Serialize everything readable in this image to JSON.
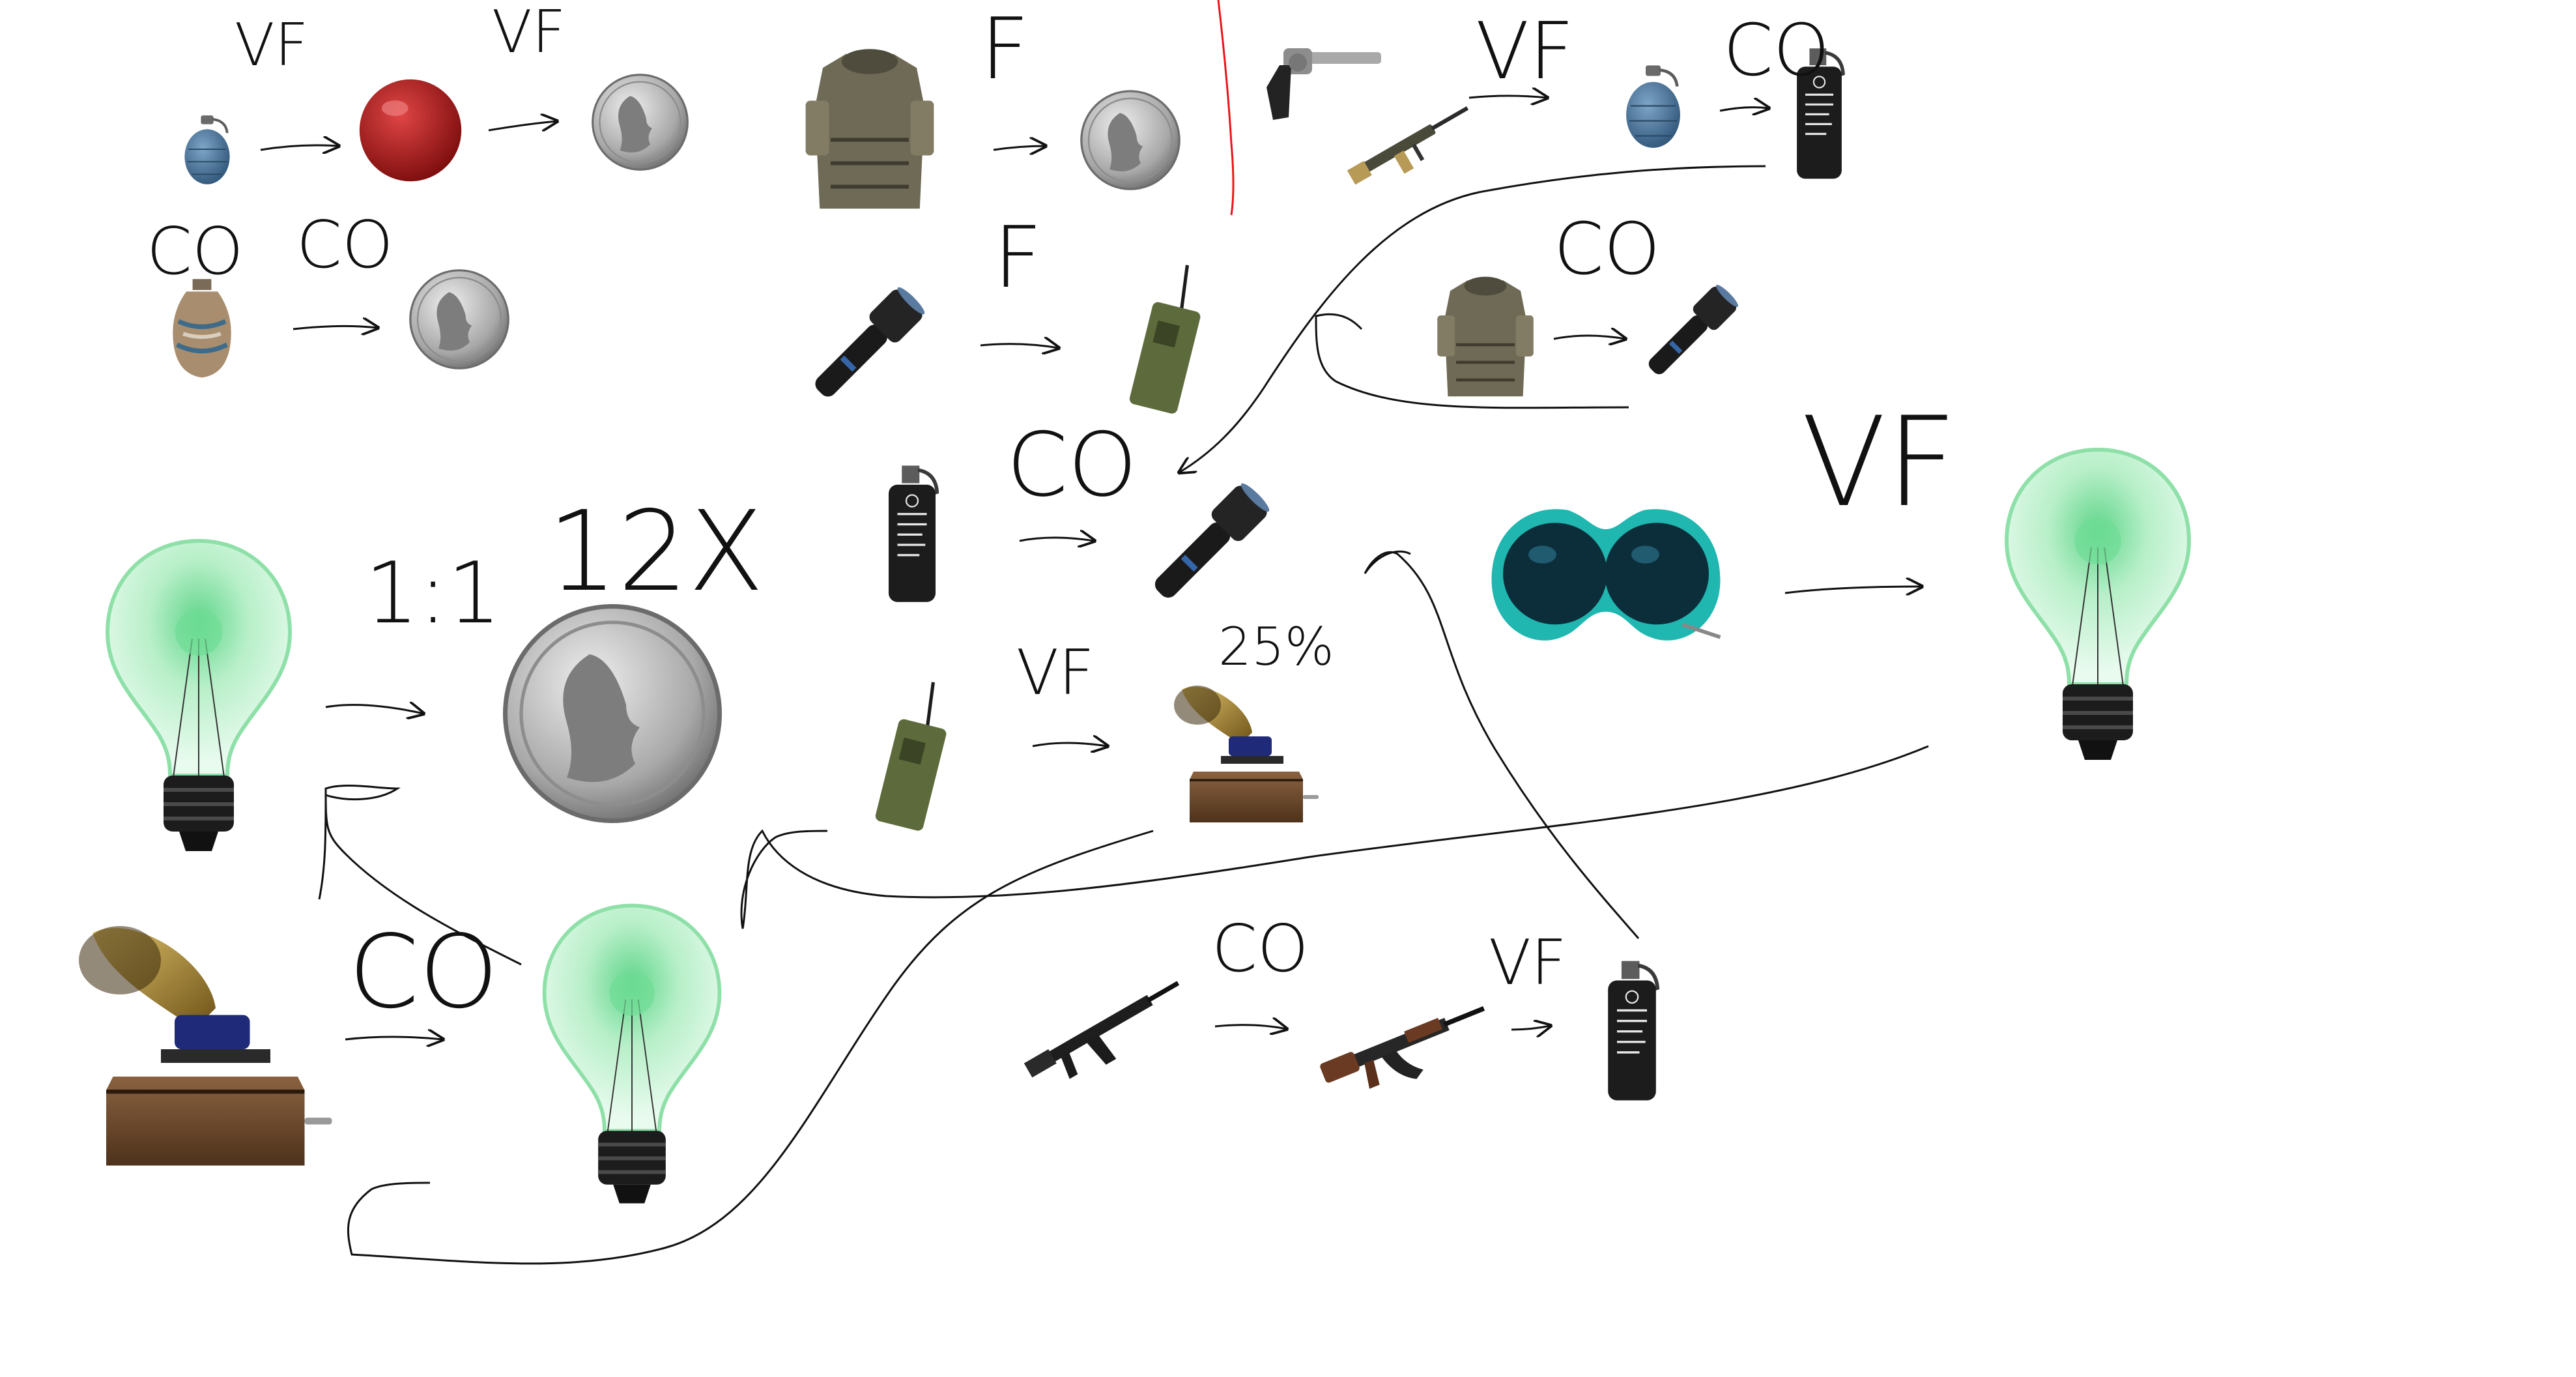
{
  "labels": {
    "vf": "VF",
    "co": "CO",
    "f": "F",
    "ratio": "1:1",
    "times": "12X",
    "percent": "25%"
  },
  "items": {
    "grenade": "grenade",
    "red_ball": "red ball",
    "coin": "quarter coin",
    "vase": "vase",
    "armor_vest": "armor vest",
    "flashlight": "flashlight",
    "radio": "radio",
    "revolver": "revolver",
    "machine_gun": "machine gun",
    "flashbang": "flashbang",
    "light_bulb": "light bulb",
    "phonograph": "phonograph",
    "goggles": "goggles",
    "rifle": "rifle",
    "ak": "ak rifle"
  },
  "colors": {
    "ink": "#111111",
    "red_divider": "#e8151a",
    "bulb_glow": "#9be6b6",
    "goggle_teal": "#1fb7b0",
    "coin_silver": "#b9b9b9",
    "red_ball": "#b51616"
  }
}
